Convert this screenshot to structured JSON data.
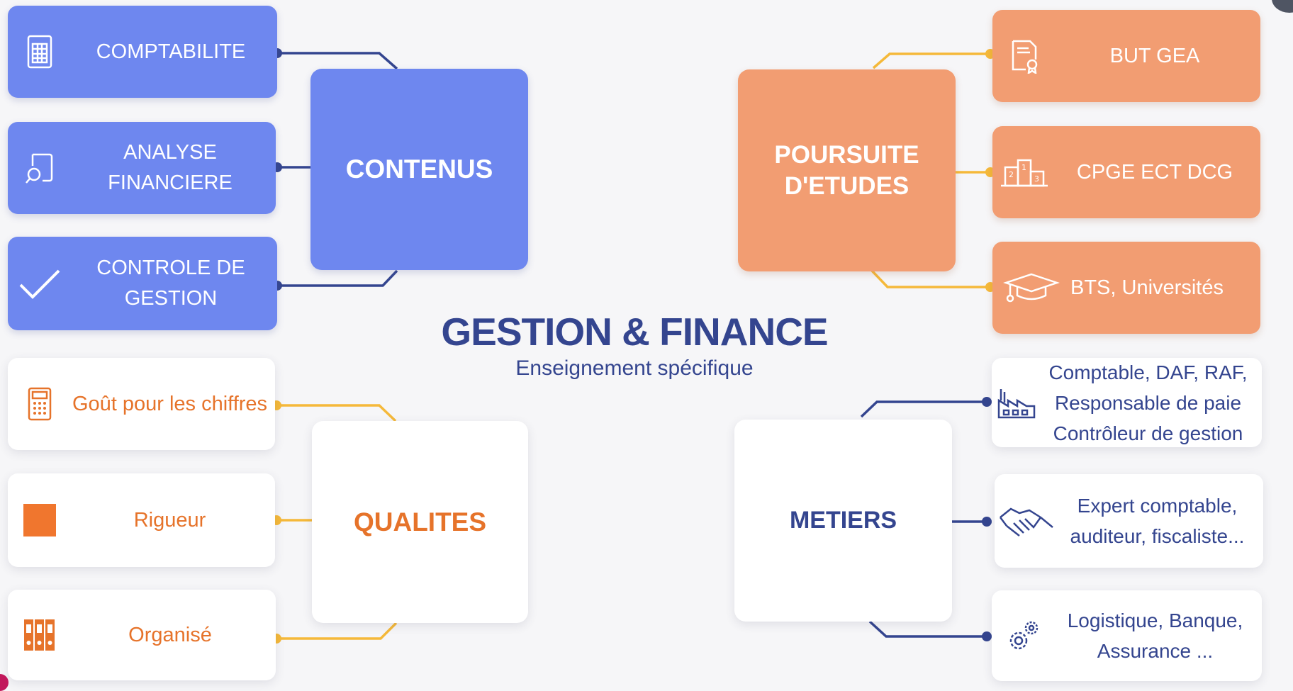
{
  "title": "GESTION & FINANCE",
  "subtitle": "Enseignement spécifique",
  "colors": {
    "blue": "#6e87ef",
    "orange": "#f29d72",
    "navy": "#34458f",
    "orange_text": "#e6732a",
    "yellow_connector": "#f5b93a"
  },
  "contenus": {
    "label": "CONTENUS",
    "items": [
      {
        "label": "COMPTABILITE",
        "icon": "spreadsheet-icon"
      },
      {
        "label": "ANALYSE FINANCIERE",
        "icon": "document-search-icon"
      },
      {
        "label": "CONTROLE DE GESTION",
        "icon": "checkmark-icon"
      }
    ]
  },
  "poursuite": {
    "label": "POURSUITE D'ETUDES",
    "items": [
      {
        "label": "BUT GEA",
        "icon": "certificate-icon"
      },
      {
        "label": "CPGE ECT DCG",
        "icon": "podium-icon"
      },
      {
        "label": "BTS, Universités",
        "icon": "graduation-cap-icon"
      }
    ]
  },
  "qualites": {
    "label": "QUALITES",
    "items": [
      {
        "label": "Goût pour les chiffres",
        "icon": "calculator-icon"
      },
      {
        "label": "Rigueur",
        "icon": "square-icon"
      },
      {
        "label": "Organisé",
        "icon": "binders-icon"
      }
    ]
  },
  "metiers": {
    "label": "METIERS",
    "items": [
      {
        "label": "Comptable, DAF, RAF, Responsable de paie Contrôleur de gestion",
        "icon": "factory-icon"
      },
      {
        "label": "Expert comptable, auditeur, fiscaliste...",
        "icon": "handshake-icon"
      },
      {
        "label": "Logistique, Banque, Assurance ...",
        "icon": "gears-icon"
      }
    ]
  }
}
